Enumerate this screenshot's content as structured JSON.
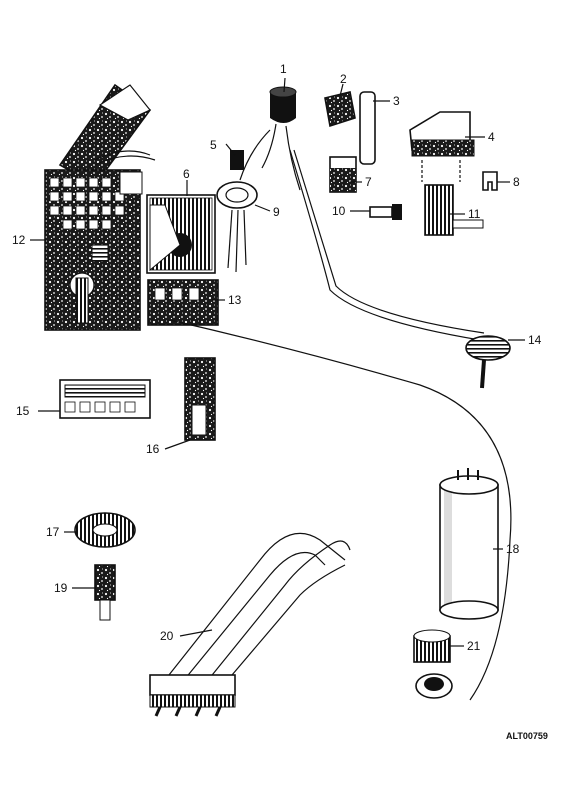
{
  "reference_code": "ALT00759",
  "callouts": [
    {
      "id": "part-1",
      "number": "1"
    },
    {
      "id": "part-2",
      "number": "2"
    },
    {
      "id": "part-3",
      "number": "3"
    },
    {
      "id": "part-4",
      "number": "4"
    },
    {
      "id": "part-5",
      "number": "5"
    },
    {
      "id": "part-6",
      "number": "6"
    },
    {
      "id": "part-7",
      "number": "7"
    },
    {
      "id": "part-8",
      "number": "8"
    },
    {
      "id": "part-9",
      "number": "9"
    },
    {
      "id": "part-10",
      "number": "10"
    },
    {
      "id": "part-11",
      "number": "11"
    },
    {
      "id": "part-12",
      "number": "12"
    },
    {
      "id": "part-13",
      "number": "13"
    },
    {
      "id": "part-14",
      "number": "14"
    },
    {
      "id": "part-15",
      "number": "15"
    },
    {
      "id": "part-16",
      "number": "16"
    },
    {
      "id": "part-17",
      "number": "17"
    },
    {
      "id": "part-18",
      "number": "18"
    },
    {
      "id": "part-19",
      "number": "19"
    },
    {
      "id": "part-20",
      "number": "20"
    },
    {
      "id": "part-21",
      "number": "21"
    }
  ]
}
